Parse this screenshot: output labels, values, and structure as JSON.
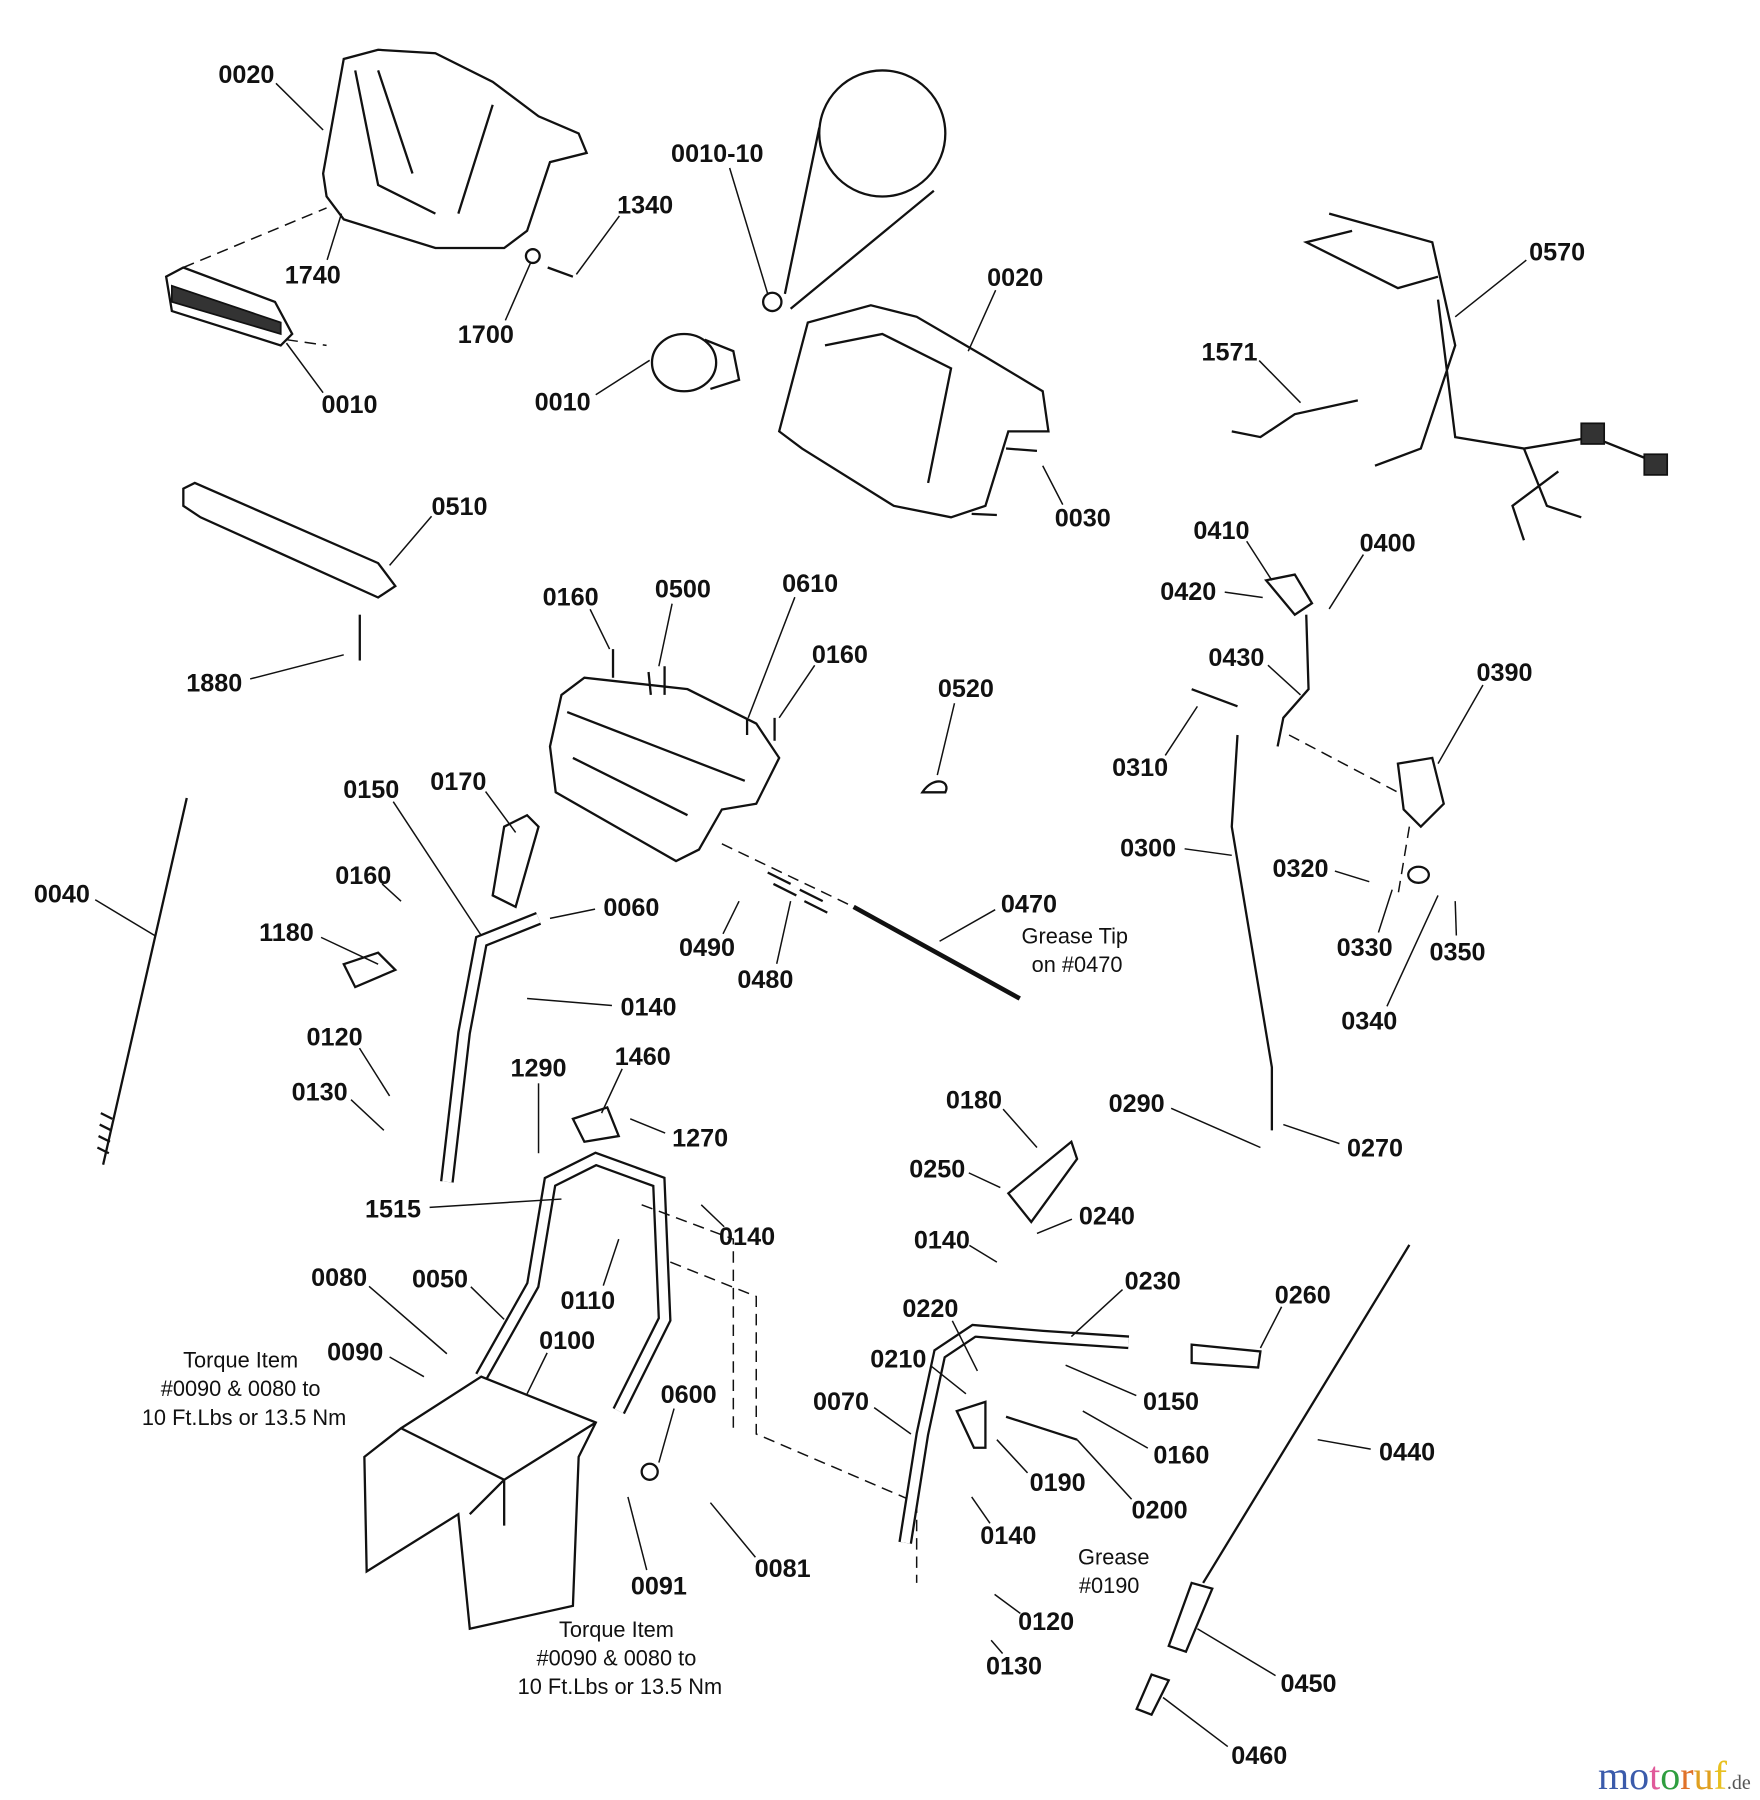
{
  "diagram": {
    "part_labels": [
      "0020",
      "1740",
      "1340",
      "1700",
      "0010",
      "0010-10",
      "0020",
      "0010",
      "0030",
      "0570",
      "1571",
      "0510",
      "1880",
      "0160",
      "0500",
      "0610",
      "0160",
      "0520",
      "0410",
      "0400",
      "0420",
      "0430",
      "0390",
      "0310",
      "0300",
      "0320",
      "0330",
      "0350",
      "0340",
      "0150",
      "0170",
      "0160",
      "0060",
      "0040",
      "1180",
      "0490",
      "0480",
      "0470",
      "0140",
      "0120",
      "0130",
      "1290",
      "1460",
      "1270",
      "0180",
      "0290",
      "0270",
      "0250",
      "0240",
      "1515",
      "0140",
      "0140",
      "0110",
      "0230",
      "0260",
      "0080",
      "0050",
      "0220",
      "0090",
      "0100",
      "0210",
      "0150",
      "0070",
      "0600",
      "0160",
      "0440",
      "0190",
      "0200",
      "0140",
      "0091",
      "0081",
      "0120",
      "0130",
      "0450",
      "0460"
    ],
    "notes": [
      "Grease Tip",
      "on #0470",
      "Torque Item",
      "#0090 & 0080 to",
      "10 Ft.Lbs or 13.5 Nm",
      "Grease",
      "#0190",
      "Torque Item",
      "#0090 & 0080 to",
      "10 Ft.Lbs or 13.5 Nm"
    ]
  },
  "watermark": {
    "text": "motoruf",
    "suffix": ".de",
    "colors": [
      "#3b5bab",
      "#3b5bab",
      "#e05a9a",
      "#2e9e3f",
      "#e0722a",
      "#e0a020",
      "#e8c020"
    ]
  }
}
